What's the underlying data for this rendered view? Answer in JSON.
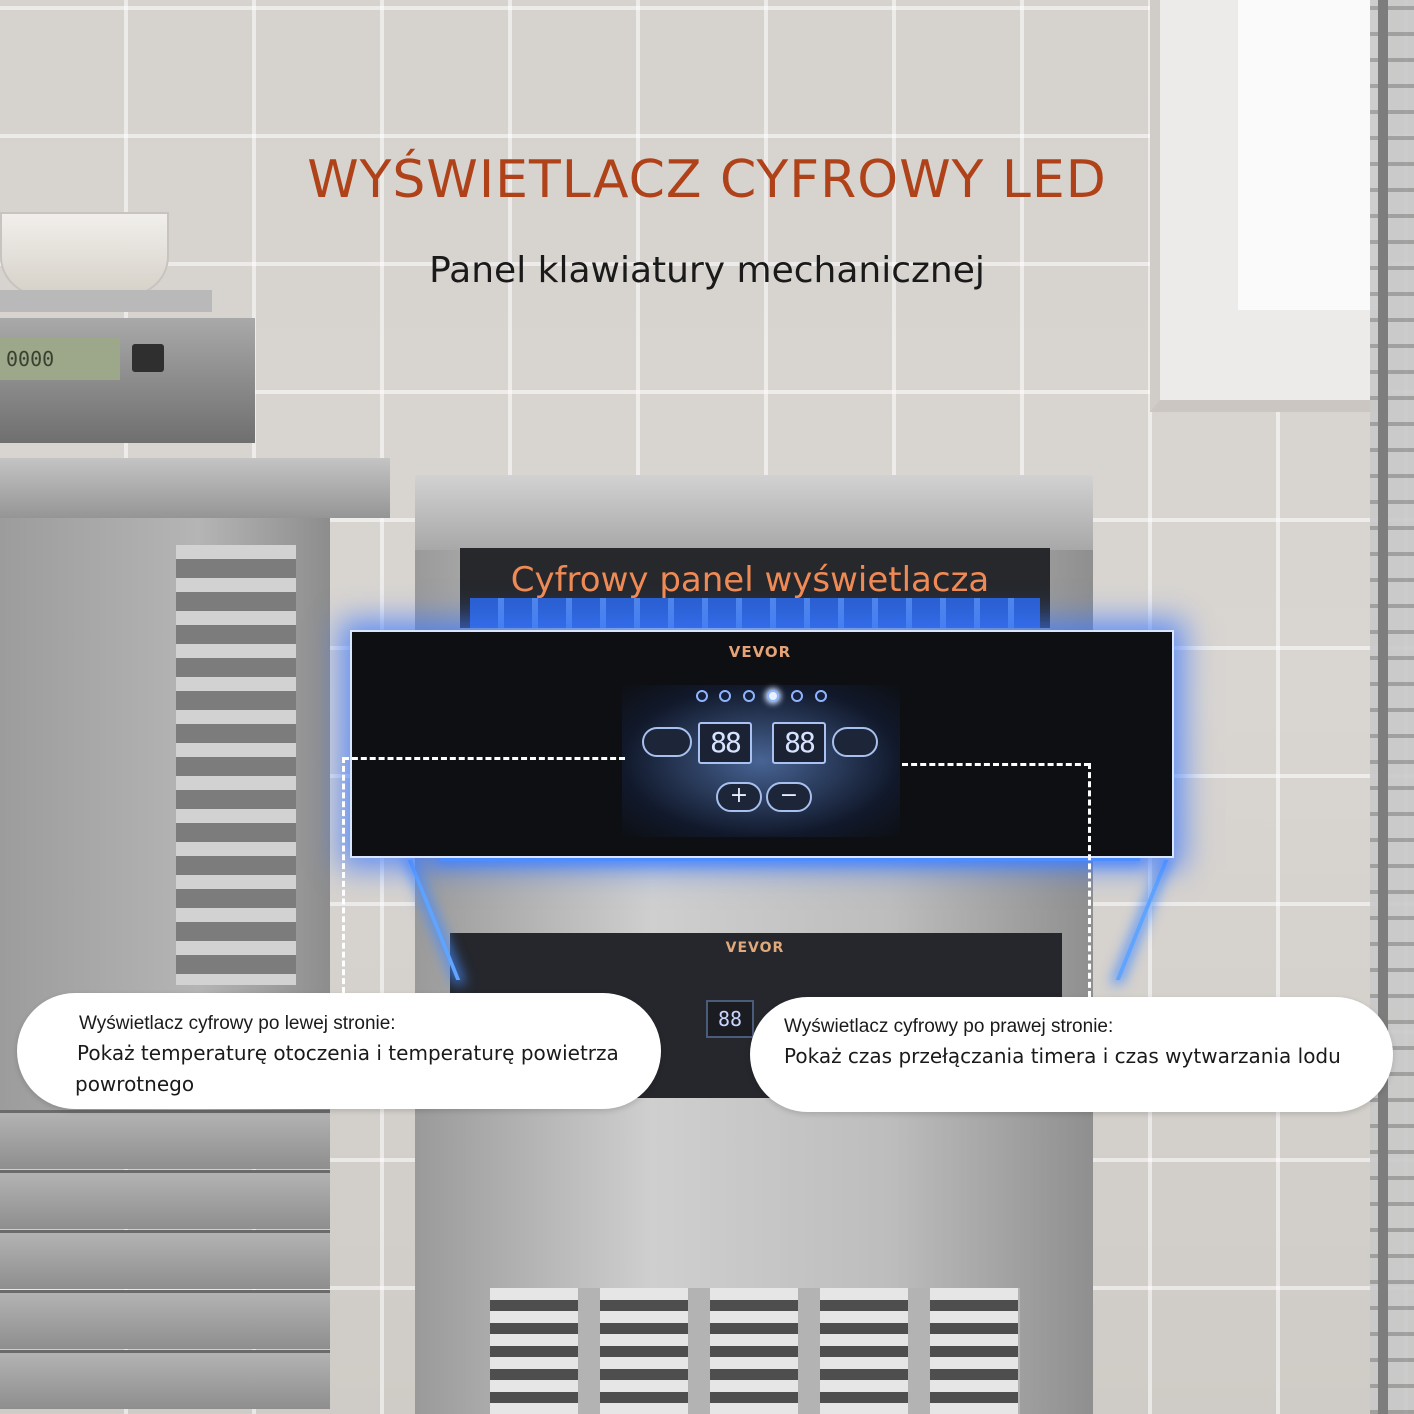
{
  "header": {
    "title": "WYŚWIETLACZ CYFROWY LED",
    "subtitle": "Panel klawiatury mechanicznej"
  },
  "panel": {
    "label": "Cyfrowy panel wyświetlacza",
    "brand": "VEVOR",
    "left_display": "88",
    "right_display": "88",
    "plus_symbol": "+",
    "minus_symbol": "−"
  },
  "scale": {
    "readout": "0000"
  },
  "callouts": {
    "left": {
      "heading": "Wyświetlacz cyfrowy po lewej stronie:",
      "line1": "Pokaż temperaturę otoczenia i temperaturę powietrza",
      "line2": "powrotnego"
    },
    "right": {
      "heading": "Wyświetlacz cyfrowy po prawej stronie:",
      "line1": "Pokaż czas przełączania timera i czas wytwarzania lodu"
    }
  },
  "colors": {
    "title": "#b0421a",
    "panel_label": "#f08a55",
    "glow": "#5fa4ff"
  }
}
